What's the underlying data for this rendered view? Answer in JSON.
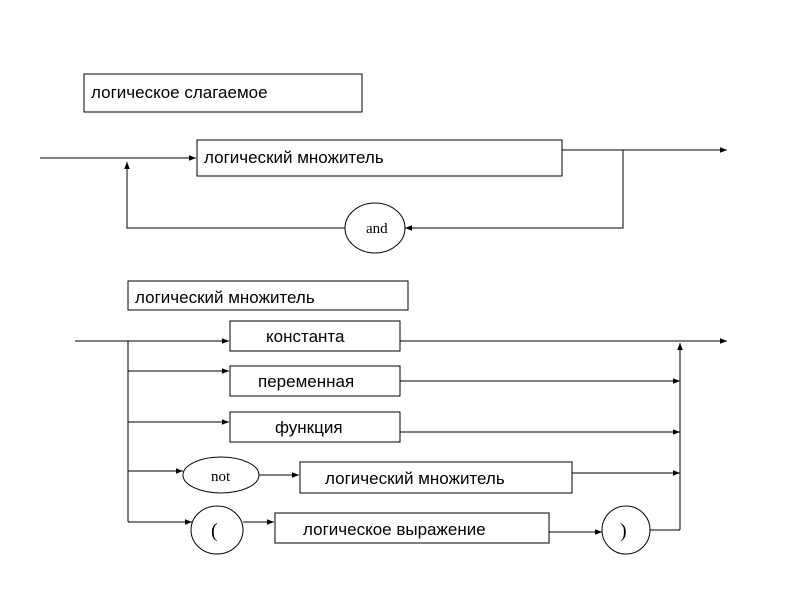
{
  "diagram_1": {
    "title": "логическое слагаемое",
    "factor_box": "логический множитель",
    "and_label": "and"
  },
  "diagram_2": {
    "title": "логический множитель",
    "constant": "константа",
    "variable": "переменная",
    "function": "функция",
    "not_label": "not",
    "factor_box": "логический множитель",
    "open_paren": "(",
    "expression_box": "логическое выражение",
    "close_paren": ")"
  }
}
